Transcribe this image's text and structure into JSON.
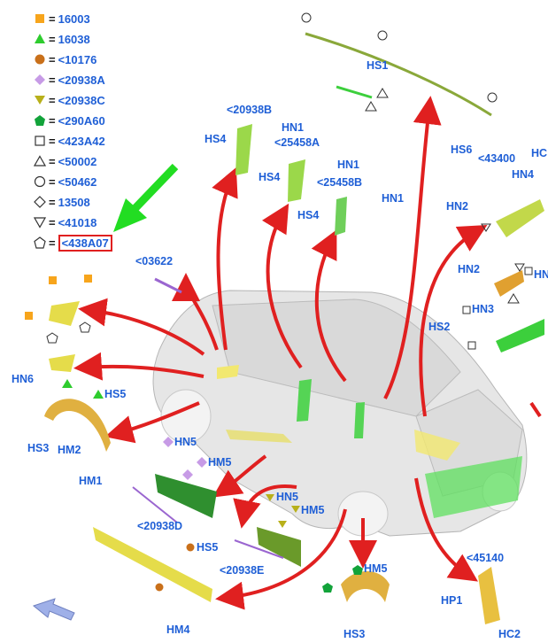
{
  "legend": [
    {
      "symbol": "filled-square",
      "color": "#f7a51c",
      "code": "16003"
    },
    {
      "symbol": "filled-triangle-up",
      "color": "#2ecc2e",
      "code": "16038"
    },
    {
      "symbol": "filled-circle",
      "color": "#c9701a",
      "code": "<10176"
    },
    {
      "symbol": "filled-diamond",
      "color": "#c79be6",
      "code": "<20938A"
    },
    {
      "symbol": "filled-triangle-down",
      "color": "#b8b01a",
      "code": "<20938C"
    },
    {
      "symbol": "filled-pentagon",
      "color": "#12a33a",
      "code": "<290A60"
    },
    {
      "symbol": "outline-square",
      "color": "#333333",
      "code": "<423A42"
    },
    {
      "symbol": "outline-triangle-up",
      "color": "#333333",
      "code": "<50002"
    },
    {
      "symbol": "outline-circle",
      "color": "#333333",
      "code": "<50462"
    },
    {
      "symbol": "outline-diamond",
      "color": "#333333",
      "code": "13508"
    },
    {
      "symbol": "outline-triangle-down",
      "color": "#333333",
      "code": "<41018"
    },
    {
      "symbol": "outline-pentagon",
      "color": "#333333",
      "code": "<438A07",
      "highlighted": true
    }
  ],
  "callouts": {
    "hs1": "HS1",
    "p20938b": "<20938B",
    "hn1_a": "HN1",
    "hs4_a": "HS4",
    "p25458a": "<25458A",
    "hn1_b": "HN1",
    "hs4_b": "HS4",
    "p25458b": "<25458B",
    "hn1_c": "HN1",
    "hs4_c": "HS4",
    "hs6": "HS6",
    "p43400": "<43400",
    "hc_top": "HC",
    "hn4": "HN4",
    "hn2_a": "HN2",
    "hn2_b": "HN2",
    "hn3": "HN3",
    "hn_right": "HN",
    "hs2": "HS2",
    "p03622": "<03622",
    "hn6": "HN6",
    "hs5_a": "HS5",
    "hs3_a": "HS3",
    "hm2": "HM2",
    "hn5_a": "HN5",
    "hm5_a": "HM5",
    "hm1": "HM1",
    "p20938d": "<20938D",
    "hn5_b": "HN5",
    "hm5_b": "HM5",
    "hs5_b": "HS5",
    "p20938e": "<20938E",
    "hm5_c": "HM5",
    "p45140": "<45140",
    "hp1": "HP1",
    "hc2": "HC2",
    "hs3_b": "HS3",
    "hm4": "HM4"
  },
  "colors": {
    "callout_text": "#1f5fd6",
    "arrow_red": "#e02020",
    "pointer_green": "#22dd22",
    "part_lime": "#9bd84a",
    "part_yellow": "#e5dc4a",
    "part_green": "#3ccf3c",
    "part_darkgreen": "#2f8f2f",
    "car_body": "#e6e6e6",
    "nav_arrow": "#9fb0e8"
  }
}
